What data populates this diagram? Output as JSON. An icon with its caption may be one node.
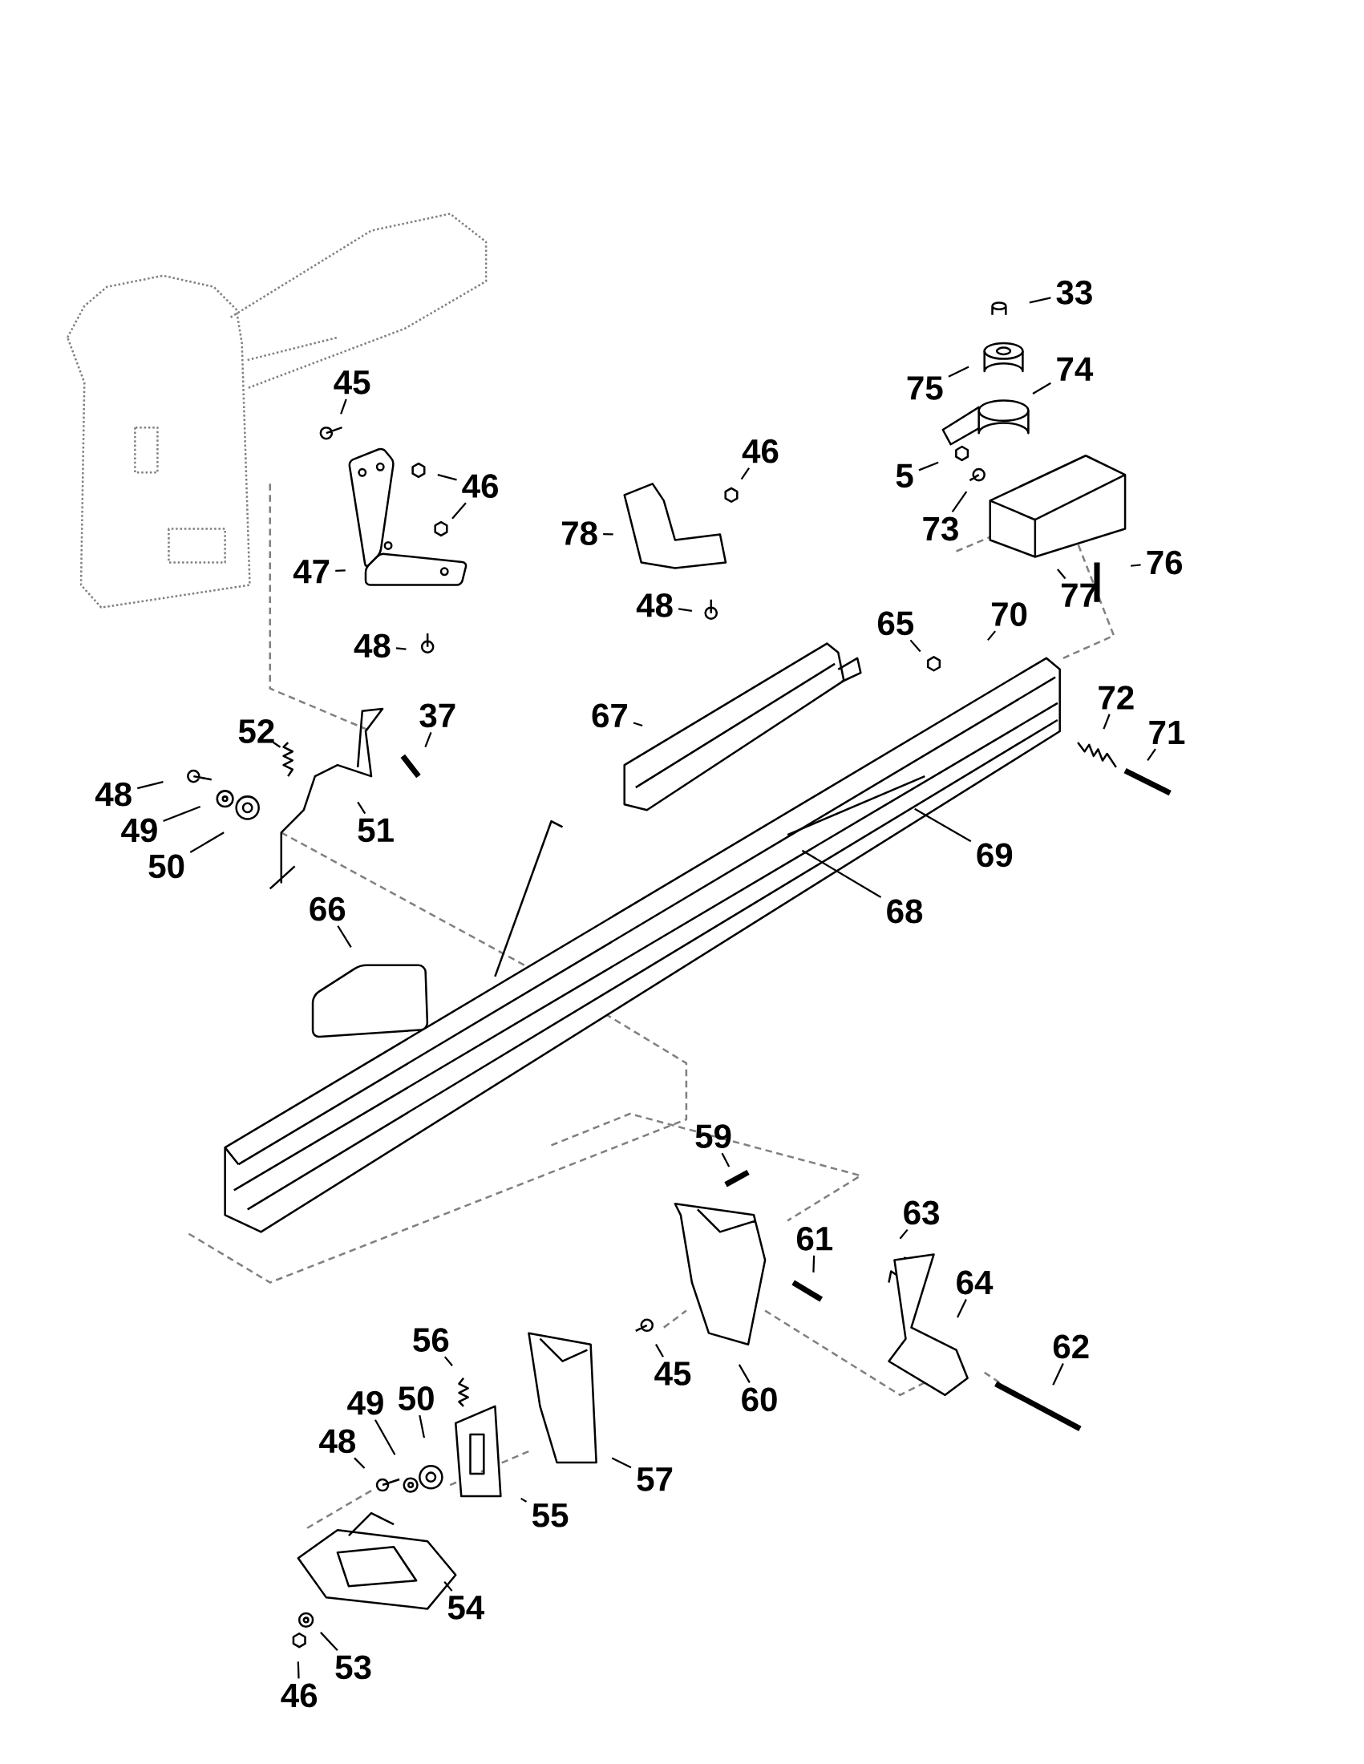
{
  "diagram": {
    "nodes": [
      {
        "text": [
          "33"
        ]
      },
      {
        "text": [
          "75"
        ]
      },
      {
        "text": [
          "74"
        ]
      },
      {
        "text": [
          "5"
        ]
      },
      {
        "text": [
          "73"
        ]
      },
      {
        "text": [
          "76"
        ]
      },
      {
        "text": [
          "77"
        ]
      },
      {
        "text": [
          "45"
        ]
      },
      {
        "text": [
          "46"
        ]
      },
      {
        "text": [
          "47"
        ]
      },
      {
        "text": [
          "48"
        ]
      },
      {
        "text": [
          "46"
        ]
      },
      {
        "text": [
          "78"
        ]
      },
      {
        "text": [
          "48"
        ]
      },
      {
        "text": [
          "65"
        ]
      },
      {
        "text": [
          "70"
        ]
      },
      {
        "text": [
          "72"
        ]
      },
      {
        "text": [
          "71"
        ]
      },
      {
        "text": [
          "67"
        ]
      },
      {
        "text": [
          "37"
        ]
      },
      {
        "text": [
          "52"
        ]
      },
      {
        "text": [
          "48"
        ]
      },
      {
        "text": [
          "49"
        ]
      },
      {
        "text": [
          "51"
        ]
      },
      {
        "text": [
          "50"
        ]
      },
      {
        "text": [
          "69"
        ]
      },
      {
        "text": [
          "68"
        ]
      },
      {
        "text": [
          "66"
        ]
      },
      {
        "text": [
          "59"
        ]
      },
      {
        "text": [
          "63"
        ]
      },
      {
        "text": [
          "61"
        ]
      },
      {
        "text": [
          "64"
        ]
      },
      {
        "text": [
          "45"
        ]
      },
      {
        "text": [
          "60"
        ]
      },
      {
        "text": [
          "62"
        ]
      },
      {
        "text": [
          "56"
        ]
      },
      {
        "text": [
          "57"
        ]
      },
      {
        "text": [
          "49"
        ]
      },
      {
        "text": [
          "50"
        ]
      },
      {
        "text": [
          "48"
        ]
      },
      {
        "text": [
          "55"
        ]
      },
      {
        "text": [
          "54"
        ]
      },
      {
        "text": [
          "46"
        ]
      },
      {
        "text": [
          "53"
        ]
      }
    ],
    "edges": [
      {
        "from": 0,
        "to": null,
        "arrow": "none"
      },
      {
        "from": 1,
        "to": null,
        "arrow": "none"
      },
      {
        "from": 2,
        "to": null,
        "arrow": "none"
      },
      {
        "from": 3,
        "to": null,
        "arrow": "none"
      },
      {
        "from": 4,
        "to": null,
        "arrow": "none"
      },
      {
        "from": 5,
        "to": null,
        "arrow": "none"
      },
      {
        "from": 6,
        "to": null,
        "arrow": "none"
      },
      {
        "from": 7,
        "to": null,
        "arrow": "none"
      },
      {
        "from": 8,
        "to": null,
        "arrow": "none"
      },
      {
        "from": 8,
        "to": null,
        "arrow": "none"
      },
      {
        "from": 9,
        "to": null,
        "arrow": "none"
      },
      {
        "from": 10,
        "to": null,
        "arrow": "none"
      },
      {
        "from": 11,
        "to": null,
        "arrow": "none"
      },
      {
        "from": 12,
        "to": null,
        "arrow": "none"
      },
      {
        "from": 13,
        "to": null,
        "arrow": "none"
      },
      {
        "from": 14,
        "to": null,
        "arrow": "none"
      },
      {
        "from": 15,
        "to": null,
        "arrow": "none"
      },
      {
        "from": 16,
        "to": null,
        "arrow": "none"
      },
      {
        "from": 17,
        "to": null,
        "arrow": "none"
      },
      {
        "from": 18,
        "to": null,
        "arrow": "none"
      },
      {
        "from": 19,
        "to": null,
        "arrow": "none"
      },
      {
        "from": 20,
        "to": null,
        "arrow": "none"
      },
      {
        "from": 21,
        "to": null,
        "arrow": "none"
      },
      {
        "from": 22,
        "to": null,
        "arrow": "none"
      },
      {
        "from": 23,
        "to": null,
        "arrow": "none"
      },
      {
        "from": 24,
        "to": null,
        "arrow": "none"
      },
      {
        "from": 25,
        "to": null,
        "arrow": "none"
      },
      {
        "from": 26,
        "to": null,
        "arrow": "none"
      },
      {
        "from": 27,
        "to": null,
        "arrow": "none"
      },
      {
        "from": 28,
        "to": null,
        "arrow": "none"
      },
      {
        "from": 29,
        "to": null,
        "arrow": "none"
      },
      {
        "from": 30,
        "to": null,
        "arrow": "none"
      },
      {
        "from": 31,
        "to": null,
        "arrow": "none"
      },
      {
        "from": 32,
        "to": null,
        "arrow": "none"
      },
      {
        "from": 33,
        "to": null,
        "arrow": "none"
      },
      {
        "from": 34,
        "to": null,
        "arrow": "none"
      },
      {
        "from": 35,
        "to": null,
        "arrow": "none"
      },
      {
        "from": 36,
        "to": null,
        "arrow": "none"
      },
      {
        "from": 37,
        "to": null,
        "arrow": "none"
      },
      {
        "from": 38,
        "to": null,
        "arrow": "none"
      },
      {
        "from": 39,
        "to": null,
        "arrow": "none"
      },
      {
        "from": 40,
        "to": null,
        "arrow": "none"
      },
      {
        "from": 41,
        "to": null,
        "arrow": "none"
      },
      {
        "from": 42,
        "to": null,
        "arrow": "none"
      },
      {
        "from": 43,
        "to": null,
        "arrow": "none"
      }
    ]
  }
}
